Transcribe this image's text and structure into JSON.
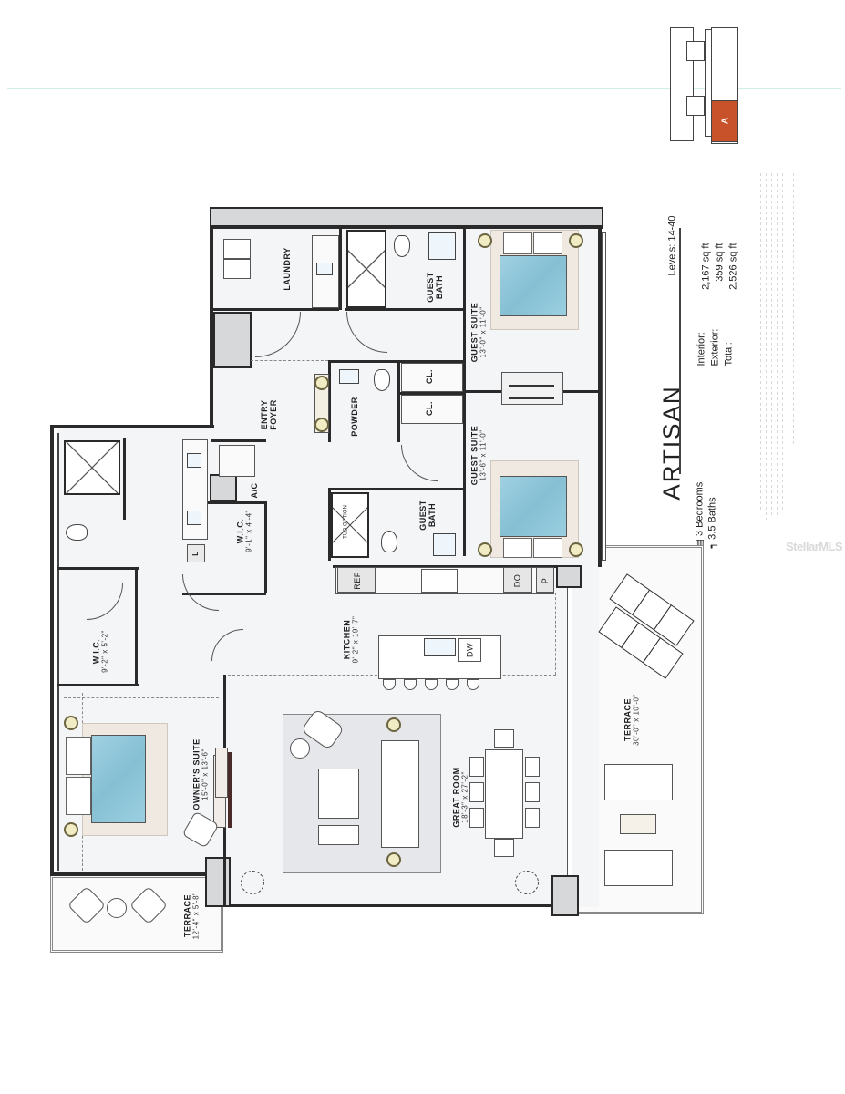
{
  "plan": {
    "name": "ARTISAN",
    "bedrooms": "3 Bedrooms",
    "baths": "3.5 Baths",
    "levels": "Levels: 14-40",
    "areas": [
      {
        "label": "Interior:",
        "value": "2,167 sq ft"
      },
      {
        "label": "Exterior:",
        "value": "359 sq ft"
      },
      {
        "label": "Total:",
        "value": "2,526 sq ft"
      }
    ],
    "icons": {
      "bed": "bed-icon",
      "bath": "bath-icon"
    }
  },
  "keyplan": {
    "highlighted_unit": "A",
    "highlight_color": "#c8532a"
  },
  "rooms": {
    "laundry": {
      "label": "LAUNDRY"
    },
    "guest_bath_1": {
      "label": "GUEST",
      "label2": "BATH"
    },
    "guest_suite_1": {
      "label": "GUEST SUITE",
      "dim": "13'-0\" x 11'-0\""
    },
    "guest_suite_2": {
      "label": "GUEST SUITE",
      "dim": "13'-6\" x 11'-0\""
    },
    "entry_foyer": {
      "label": "ENTRY",
      "label2": "FOYER"
    },
    "powder": {
      "label": "POWDER"
    },
    "closet_1": {
      "label": "CL."
    },
    "closet_2": {
      "label": "CL."
    },
    "ac": {
      "label": "A/C"
    },
    "guest_bath_2": {
      "label": "GUEST",
      "label2": "BATH",
      "tub": "TUB OPTION"
    },
    "wic_1": {
      "label": "W.I.C.",
      "dim": "9'-1\" x 4'-4\""
    },
    "wic_2": {
      "label": "W.I.C.",
      "dim": "9'-2\" x 5'-2\""
    },
    "linen": {
      "label": "L"
    },
    "kitchen": {
      "label": "KITCHEN",
      "dim": "9'-2\" x 19'-7\"",
      "ref": "REF",
      "do": "DO",
      "pantry": "P",
      "dw": "DW"
    },
    "great_room": {
      "label": "GREAT ROOM",
      "dim": "18'-3\" x 27'-2\""
    },
    "owners_suite": {
      "label": "OWNER'S SUITE",
      "dim": "15'-0\" x 13'-6\""
    },
    "terrace_small": {
      "label": "TERRACE",
      "dim": "12'-4\" x 5'-8\""
    },
    "terrace_large": {
      "label": "TERRACE",
      "dim": "30'-0\" x 10'-0\""
    }
  },
  "colors": {
    "accent_orange": "#c8532a",
    "bed_blue": "#8fc7d9",
    "guide_line": "#cfeeea",
    "wall": "#2a2a2a"
  },
  "watermark": "StellarMLS"
}
